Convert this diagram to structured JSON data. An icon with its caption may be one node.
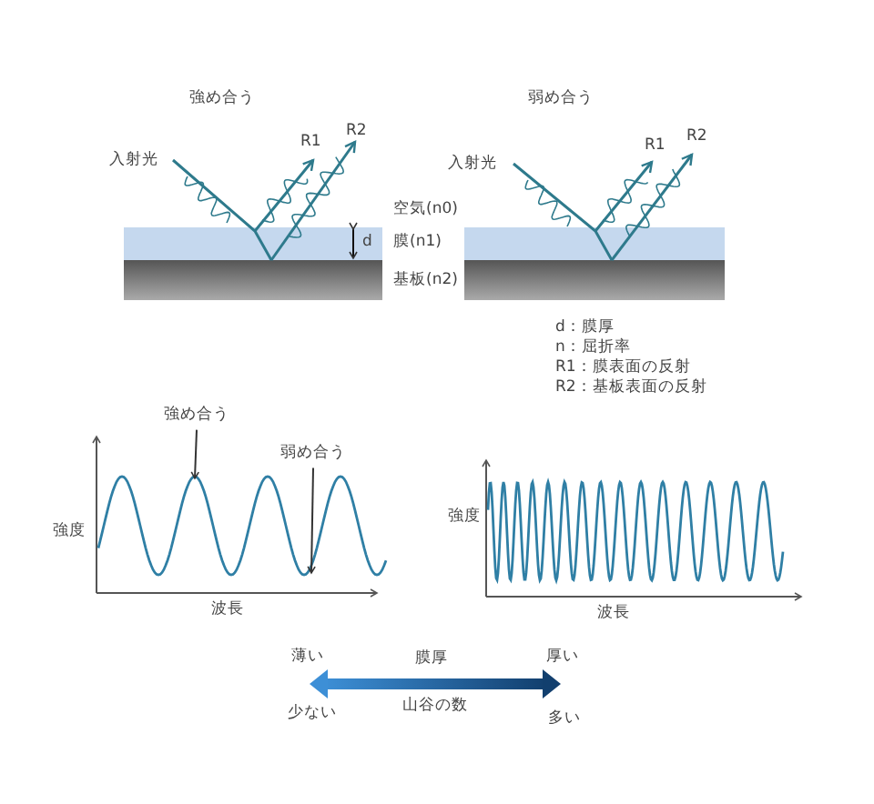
{
  "diagram": {
    "nodes": [
      {
        "text": [
          "強め合う"
        ]
      },
      {
        "text": [
          "弱め合う"
        ]
      },
      {
        "text": [],
        "shape": "curve"
      }
    ],
    "edges": [
      {
        "from": 0,
        "to": 2,
        "arrow": "to"
      },
      {
        "from": 1,
        "to": 2,
        "arrow": "to"
      }
    ],
    "labels": [
      "強め合う",
      "弱め合う",
      "入射光",
      "R1",
      "R2",
      "入射光",
      "R1",
      "R2",
      "空気(n0)",
      "d",
      "膜(n1)",
      "基板(n2)",
      "d：膜厚",
      "n：屈折率",
      "R1：膜表面の反射",
      "R2：基板表面の反射",
      "強度",
      "強度",
      "波長",
      "波長",
      "薄い",
      "膜厚",
      "厚い",
      "少ない",
      "山谷の数",
      "多い"
    ]
  }
}
